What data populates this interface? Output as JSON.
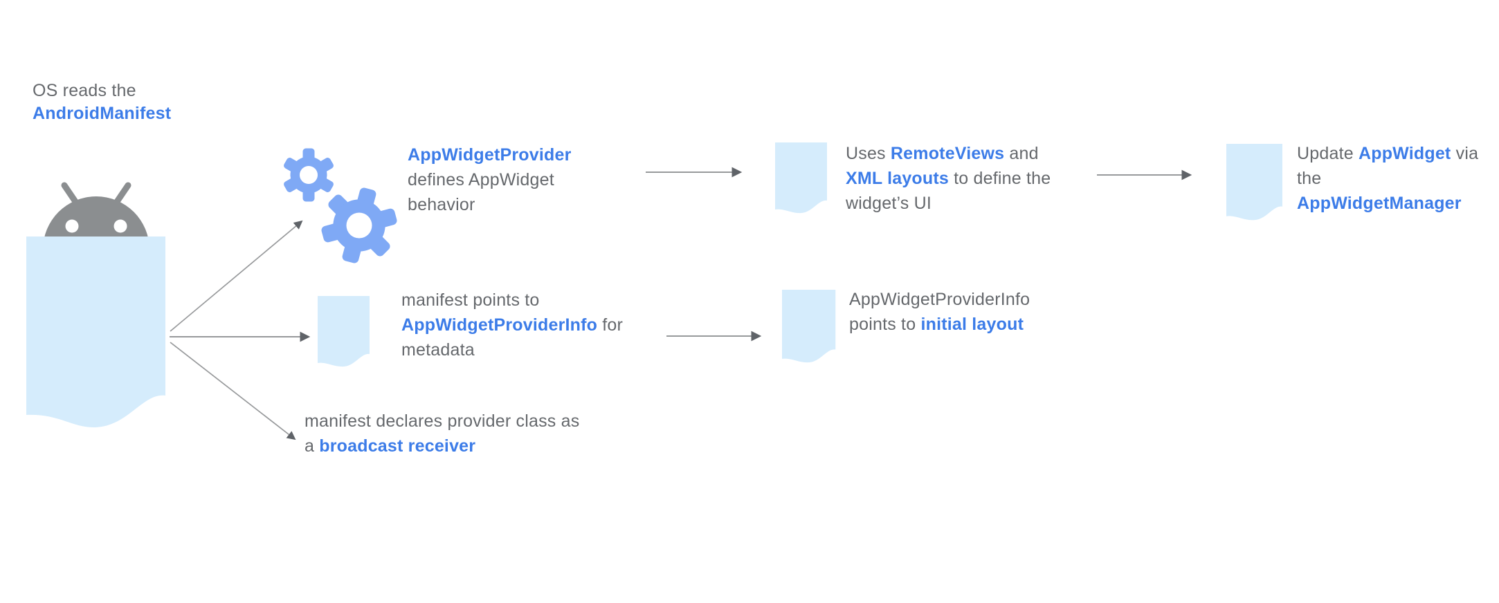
{
  "title": "AppWidget architecture flow diagram",
  "colors": {
    "document_blue": "#d5ecfc",
    "gear_blue": "#7fa9f5",
    "link_blue": "#3c7ce8",
    "text_gray": "#65686c",
    "robot_gray": "#8b8e90",
    "arrow_gray": "#97999b"
  },
  "icons": {
    "robot": "android-robot-icon",
    "manifest_document": "manifest-document-icon",
    "gears": "gears-icon",
    "document": "document-icon",
    "arrow": "arrow-connector"
  },
  "intro": {
    "line1": "OS reads the",
    "line2": "AndroidManifest"
  },
  "gears_step": {
    "line1_link": "AppWidgetProvider",
    "line2": "defines AppWidget",
    "line3": "behavior"
  },
  "remoteviews_step": {
    "line1_pre": "Uses ",
    "line1_link": "RemoteViews",
    "line1_post": " and",
    "line2_link": "XML layouts",
    "line2_post": " to define the",
    "line3": "widget’s UI"
  },
  "update_step": {
    "line1_pre": "Update ",
    "line1_link": "AppWidget",
    "line1_post": " via",
    "line2": "the",
    "line3_link": "AppWidgetManager"
  },
  "manifest_step": {
    "line1": "manifest points to",
    "line2_link": "AppWidgetProviderInfo",
    "line2_post": " for",
    "line3": "metadata"
  },
  "providerinfo_step": {
    "line1": "AppWidgetProviderInfo",
    "line2_pre": "points to ",
    "line2_link": "initial layout"
  },
  "receiver_step": {
    "line1": "manifest declares provider class as",
    "line2_pre": "a ",
    "line2_link": "broadcast receiver"
  }
}
